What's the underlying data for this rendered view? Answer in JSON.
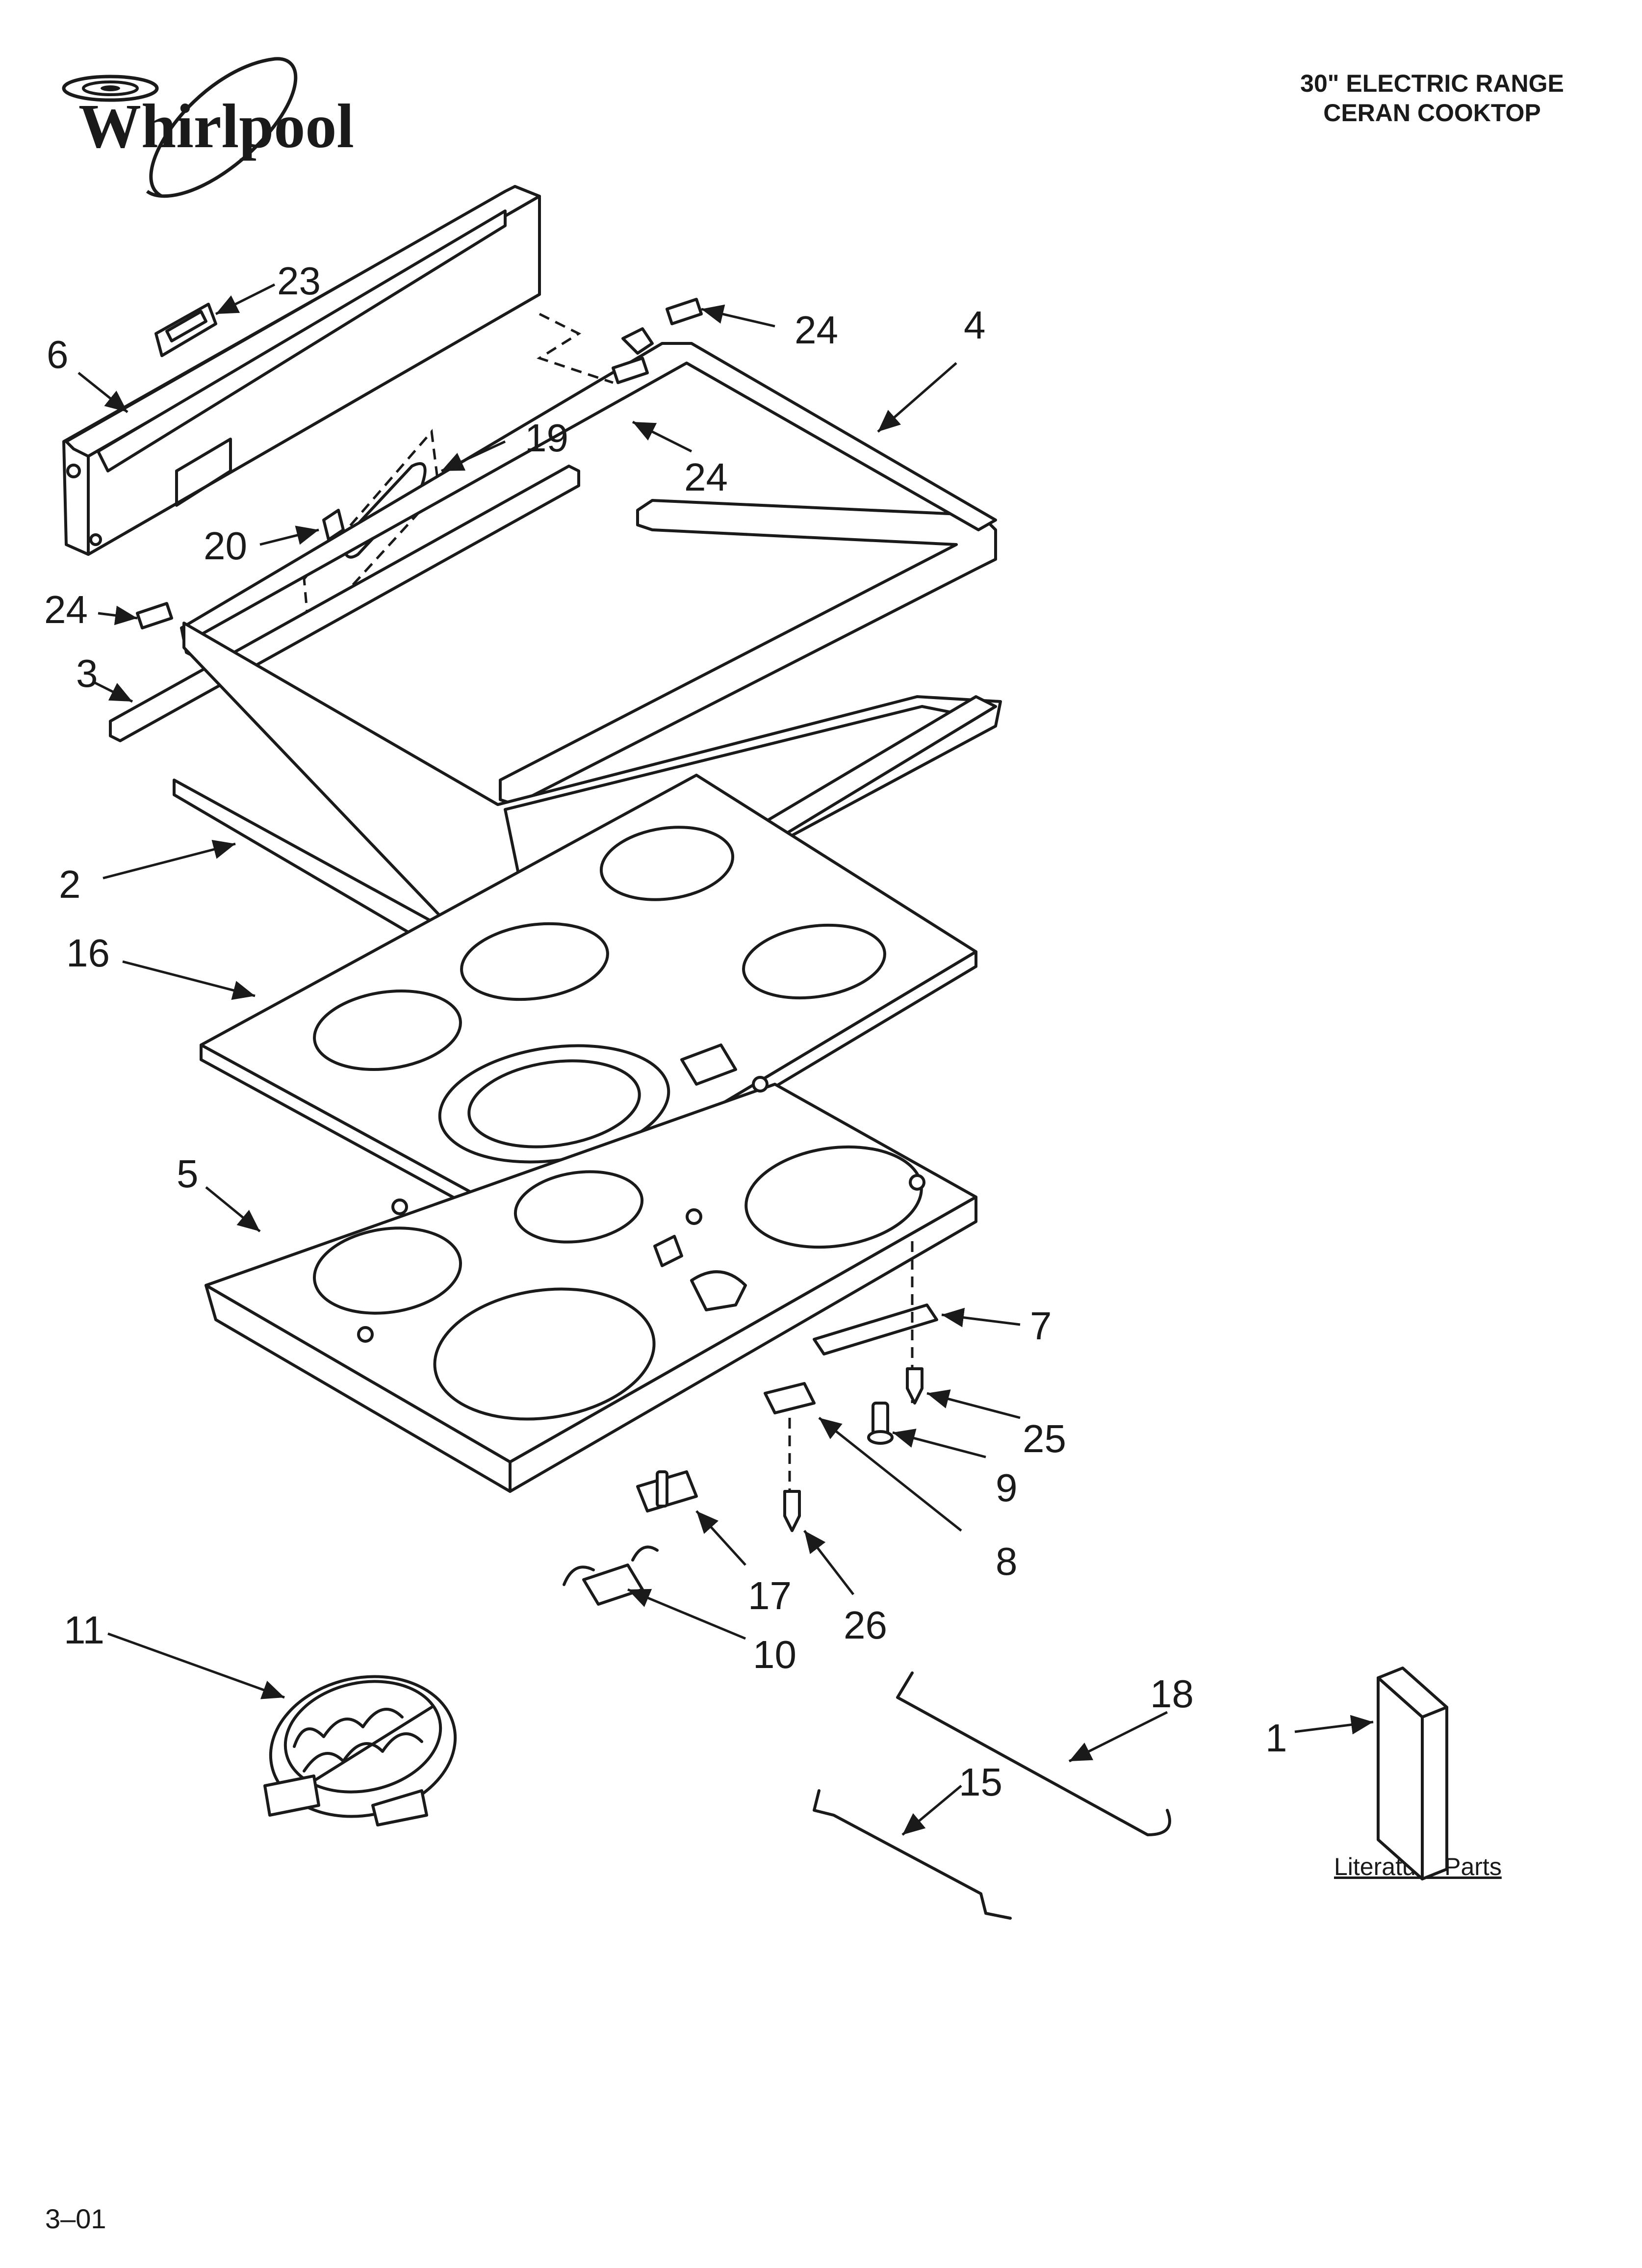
{
  "brand": "Whirlpool",
  "title_line1": "30\" ELECTRIC RANGE",
  "title_line2": "CERAN COOKTOP",
  "footer": "3–01",
  "literature_caption": "Literature Parts",
  "callouts": [
    {
      "label": "23"
    },
    {
      "label": "24"
    },
    {
      "label": "6"
    },
    {
      "label": "4"
    },
    {
      "label": "19"
    },
    {
      "label": "24"
    },
    {
      "label": "20"
    },
    {
      "label": "24"
    },
    {
      "label": "3"
    },
    {
      "label": "2"
    },
    {
      "label": "16"
    },
    {
      "label": "5"
    },
    {
      "label": "7"
    },
    {
      "label": "25"
    },
    {
      "label": "9"
    },
    {
      "label": "8"
    },
    {
      "label": "17"
    },
    {
      "label": "26"
    },
    {
      "label": "10"
    },
    {
      "label": "11"
    },
    {
      "label": "18"
    },
    {
      "label": "15"
    },
    {
      "label": "1"
    }
  ]
}
